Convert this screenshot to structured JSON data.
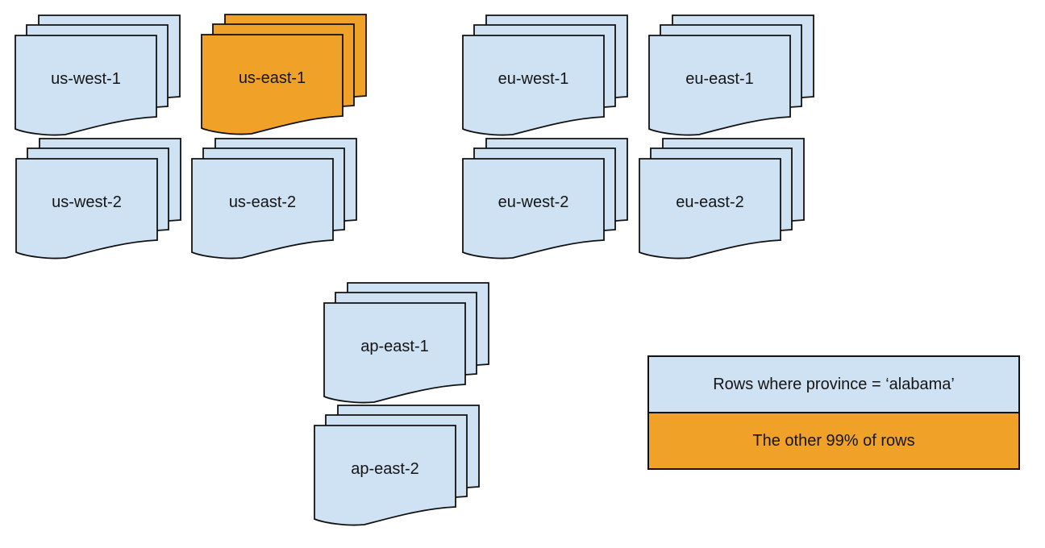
{
  "colors": {
    "doc_fill_blue": "#cfe2f3",
    "doc_fill_orange": "#f0a228",
    "stroke": "#111111",
    "text": "#151515",
    "background": "#ffffff"
  },
  "regions": [
    {
      "id": "us-west-1",
      "label": "us-west-1",
      "highlighted": false
    },
    {
      "id": "us-east-1",
      "label": "us-east-1",
      "highlighted": true
    },
    {
      "id": "eu-west-1",
      "label": "eu-west-1",
      "highlighted": false
    },
    {
      "id": "eu-east-1",
      "label": "eu-east-1",
      "highlighted": false
    },
    {
      "id": "us-west-2",
      "label": "us-west-2",
      "highlighted": false
    },
    {
      "id": "us-east-2",
      "label": "us-east-2",
      "highlighted": false
    },
    {
      "id": "eu-west-2",
      "label": "eu-west-2",
      "highlighted": false
    },
    {
      "id": "eu-east-2",
      "label": "eu-east-2",
      "highlighted": false
    },
    {
      "id": "ap-east-1",
      "label": "ap-east-1",
      "highlighted": false
    },
    {
      "id": "ap-east-2",
      "label": "ap-east-2",
      "highlighted": false
    }
  ],
  "legend": {
    "rows": [
      {
        "label": "Rows where province = ‘alabama’",
        "color": "#cfe2f3"
      },
      {
        "label": "The other 99% of rows",
        "color": "#f0a228"
      }
    ]
  }
}
